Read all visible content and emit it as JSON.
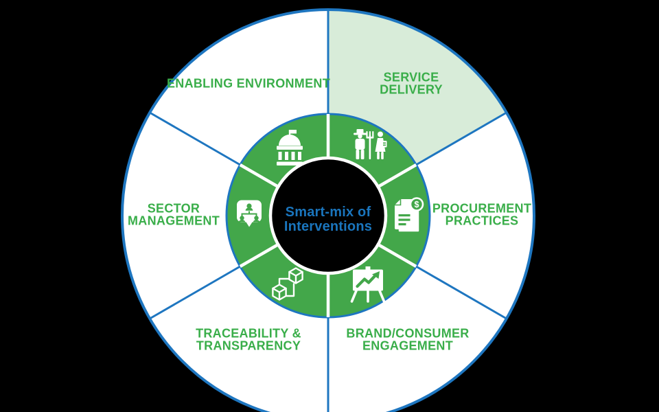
{
  "colors": {
    "background": "#000000",
    "outline-blue": "#1e76c0",
    "ring-green": "#43a74a",
    "highlight-green": "#d8ecd9",
    "label-green": "#3aae4a",
    "center-blue": "#1a75bd"
  },
  "wheel": {
    "title": {
      "line1": "Smart-mix of",
      "line2": "Interventions"
    },
    "icon_glyphs": {
      "dollar": "$"
    },
    "segments": [
      {
        "label": "ENABLING ENVIRONMENT",
        "icon": "government-building-icon",
        "highlighted": false
      },
      {
        "label": "SERVICE DELIVERY",
        "icon": "farmer-and-worker-icon",
        "highlighted": true
      },
      {
        "label": "PROCUREMENT PRACTICES",
        "icon": "invoice-dollar-icon",
        "highlighted": false
      },
      {
        "label": "BRAND/CONSUMER ENGAGEMENT",
        "icon": "presentation-chart-icon",
        "highlighted": false
      },
      {
        "label": "TRACEABILITY & TRANSPARENCY",
        "icon": "linked-cubes-icon",
        "highlighted": false
      },
      {
        "label": "SECTOR MANAGEMENT",
        "icon": "org-chart-badge-icon",
        "highlighted": false
      }
    ]
  }
}
